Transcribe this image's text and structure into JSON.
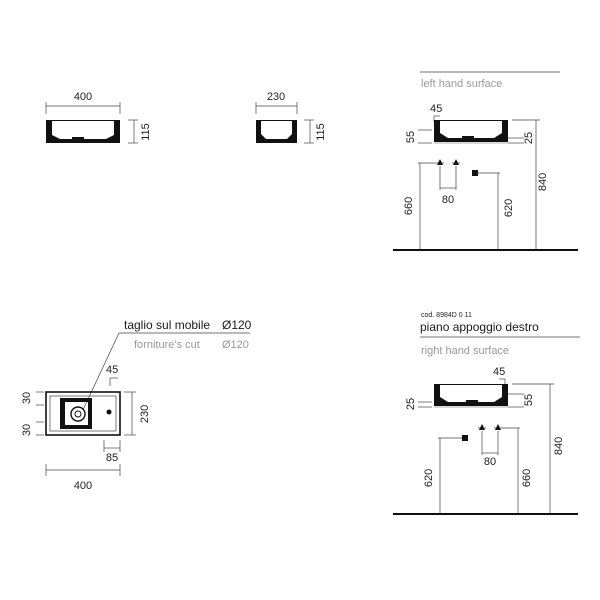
{
  "left_hand": {
    "subtitle": "left hand surface",
    "dims": {
      "d45": "45",
      "d55": "55",
      "d25": "25",
      "d840": "840",
      "d660": "660",
      "d80": "80",
      "d620": "620"
    }
  },
  "right_hand": {
    "code": "cod. 8984D 0 11",
    "title": "piano appoggio destro",
    "subtitle": "right hand surface",
    "dims": {
      "d45": "45",
      "d25": "25",
      "d55": "55",
      "d80": "80",
      "d840": "840",
      "d620": "620",
      "d660": "660"
    }
  },
  "front_view": {
    "width": "400",
    "height": "115"
  },
  "side_view": {
    "width": "230",
    "height": "115"
  },
  "plan_view": {
    "cut_label_it": "taglio sul mobile",
    "cut_value_it": "Ø120",
    "cut_label_en": "forniture’s cut",
    "cut_value_en": "Ø120",
    "d45": "45",
    "d30_top": "30",
    "d30_bottom": "30",
    "d230": "230",
    "d85": "85",
    "d400": "400"
  },
  "icons": [
    "mixer-tap-icon",
    "drain-outlet-icon",
    "sink-drain-icon"
  ]
}
